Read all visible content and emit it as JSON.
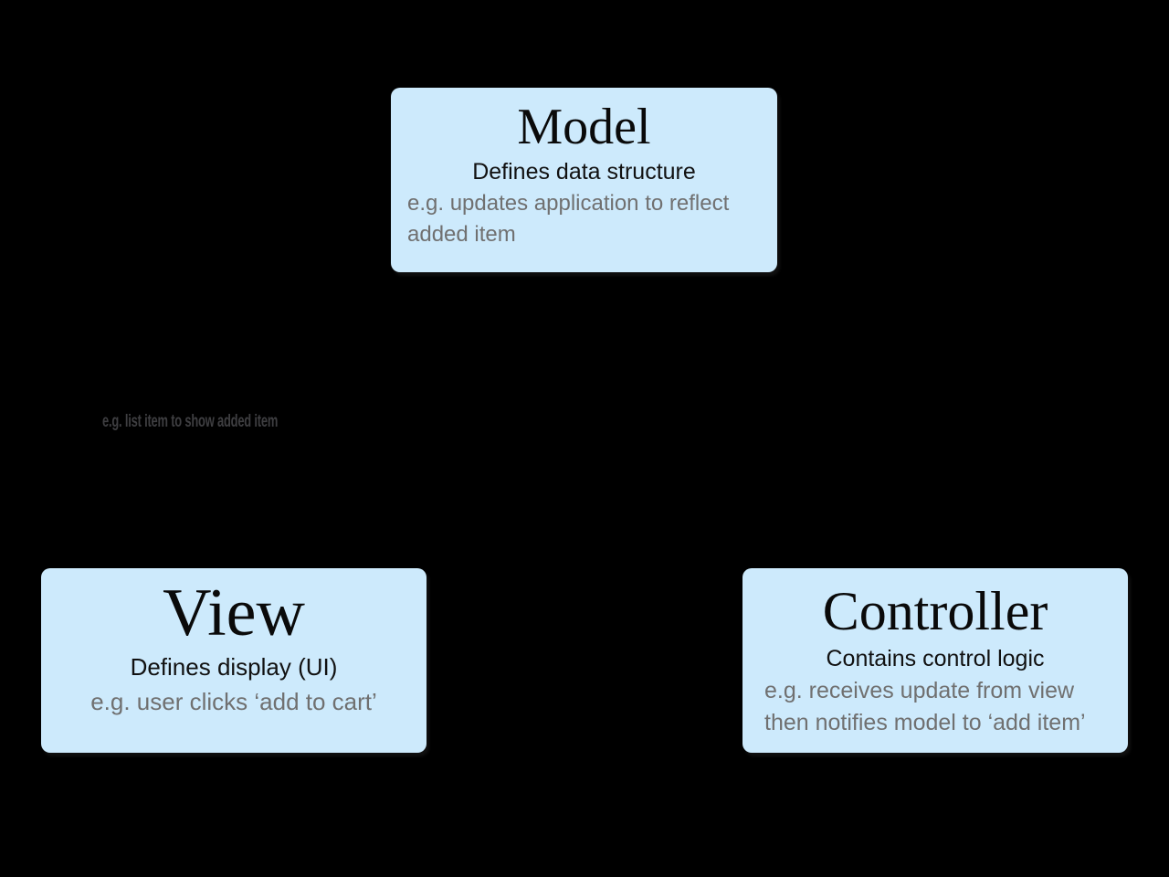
{
  "colors": {
    "background": "#000000",
    "box_fill": "#cdeafc",
    "example_text": "#707070",
    "caption_text": "#3e3e41"
  },
  "boxes": {
    "model": {
      "title": "Model",
      "subtitle": "Defines data structure",
      "example_lines": [
        "e.g. updates application to reflect",
        "added item"
      ]
    },
    "view": {
      "title": "View",
      "subtitle": "Defines display (UI)",
      "example_lines": [
        "e.g. user clicks ‘add to cart’"
      ]
    },
    "controller": {
      "title": "Controller",
      "subtitle": "Contains control logic",
      "example_lines": [
        "e.g. receives update from view",
        "then notifies model to ‘add item’"
      ]
    }
  },
  "floating_label": "e.g. list item to show added item"
}
